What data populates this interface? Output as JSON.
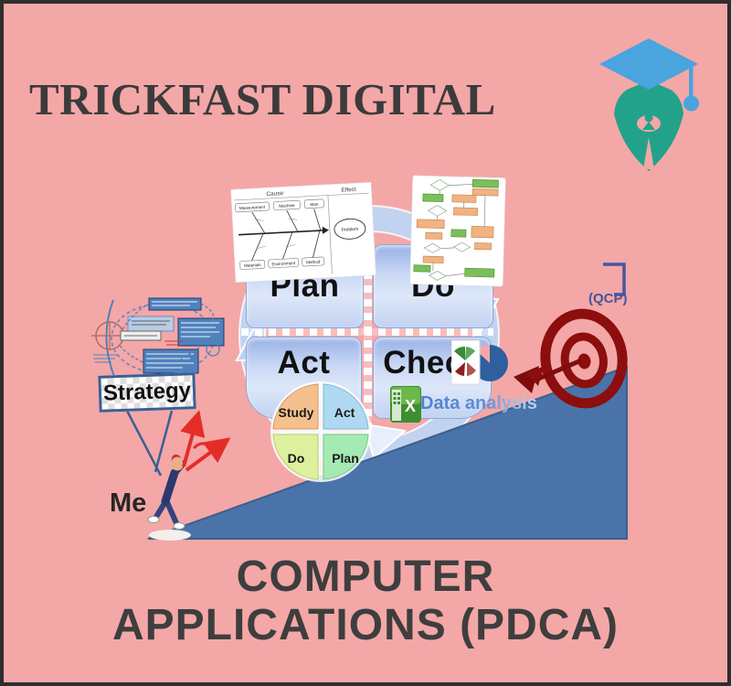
{
  "poster": {
    "brand": "TRICKFAST DIGITAL",
    "footer_line1": "COMPUTER",
    "footer_line2": "APPLICATIONS (PDCA)"
  },
  "pdca": {
    "plan": "Plan",
    "do": "Do",
    "act": "Act",
    "check": "Check"
  },
  "study_cycle": {
    "study": "Study",
    "act": "Act",
    "do": "Do",
    "plan": "Plan"
  },
  "check_tools": {
    "data_analysis": "Data analysis"
  },
  "fishbone": {
    "header_cause": "Cause",
    "header_effect": "Effect",
    "causes_top": [
      "Measurement",
      "Machine",
      "Man"
    ],
    "causes_bottom": [
      "Materials",
      "Environment",
      "Method"
    ],
    "effect": "Problem"
  },
  "annotations": {
    "strategy": "Strategy",
    "me": "Me",
    "qcp": "(QCP)"
  },
  "icons": [
    "graduation-cap-icon",
    "pen-nib-icon",
    "excel-icon",
    "pie-chart-icon",
    "target-icon",
    "arrow-icon"
  ],
  "colors": {
    "background": "#f4a7a7",
    "border": "#2e2e2e",
    "title_text": "#3b3b3b",
    "slope_blue": "#4a73a9",
    "target_red": "#8c0e0e",
    "accent_red": "#e52d27",
    "quadrant_blue": "#c2d3f0",
    "logo_cap_blue": "#4aa4dd",
    "logo_nib_teal": "#22a28b",
    "strategy_border": "#3a5f94",
    "data_text_blue": "#5c8fd6",
    "pie_study": "#f5c08e",
    "pie_act": "#aed9f0",
    "pie_do": "#ddf09e",
    "pie_plan": "#a5eab2"
  }
}
